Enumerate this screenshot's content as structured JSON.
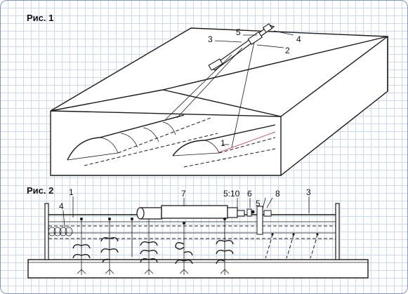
{
  "figure1": {
    "title": "Рис. 1",
    "labels": [
      "5",
      "3",
      "4",
      "2",
      "1"
    ]
  },
  "figure2": {
    "title": "Рис. 2",
    "labels": [
      "1",
      "4",
      "7",
      "5:10",
      "6",
      "8",
      "5",
      "3"
    ]
  },
  "colors": {
    "line": "#1a1a1a",
    "grid": "#c9d8f3",
    "accent": "#cc2233",
    "frame": "#7f94c8"
  }
}
